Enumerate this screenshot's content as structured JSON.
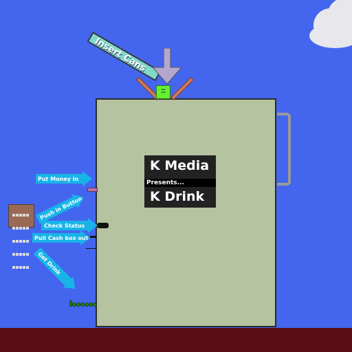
{
  "scene": {
    "colors": {
      "sky": "#4466ee",
      "floor": "#5a0d12",
      "machine_body": "#b5c3a0",
      "panel": "#222222",
      "arrow": "#18b4e8",
      "can_slot": "#66ee33"
    }
  },
  "banner": {
    "insert_cans": "Insert Cans"
  },
  "panel": {
    "title": "K Media",
    "subtitle": "Presents...",
    "product": "K Drink"
  },
  "labels": {
    "put_money": "Put Money in",
    "push_button": "Push in Button",
    "check_status": "Check Status",
    "pull_cash": "Pull Cash box out",
    "get_drink": "Get Drink"
  },
  "icons": {
    "keypad": "keypad-icon",
    "cloud": "cloud-icon",
    "chain": "chain-icon",
    "funnel": "funnel-icon"
  }
}
